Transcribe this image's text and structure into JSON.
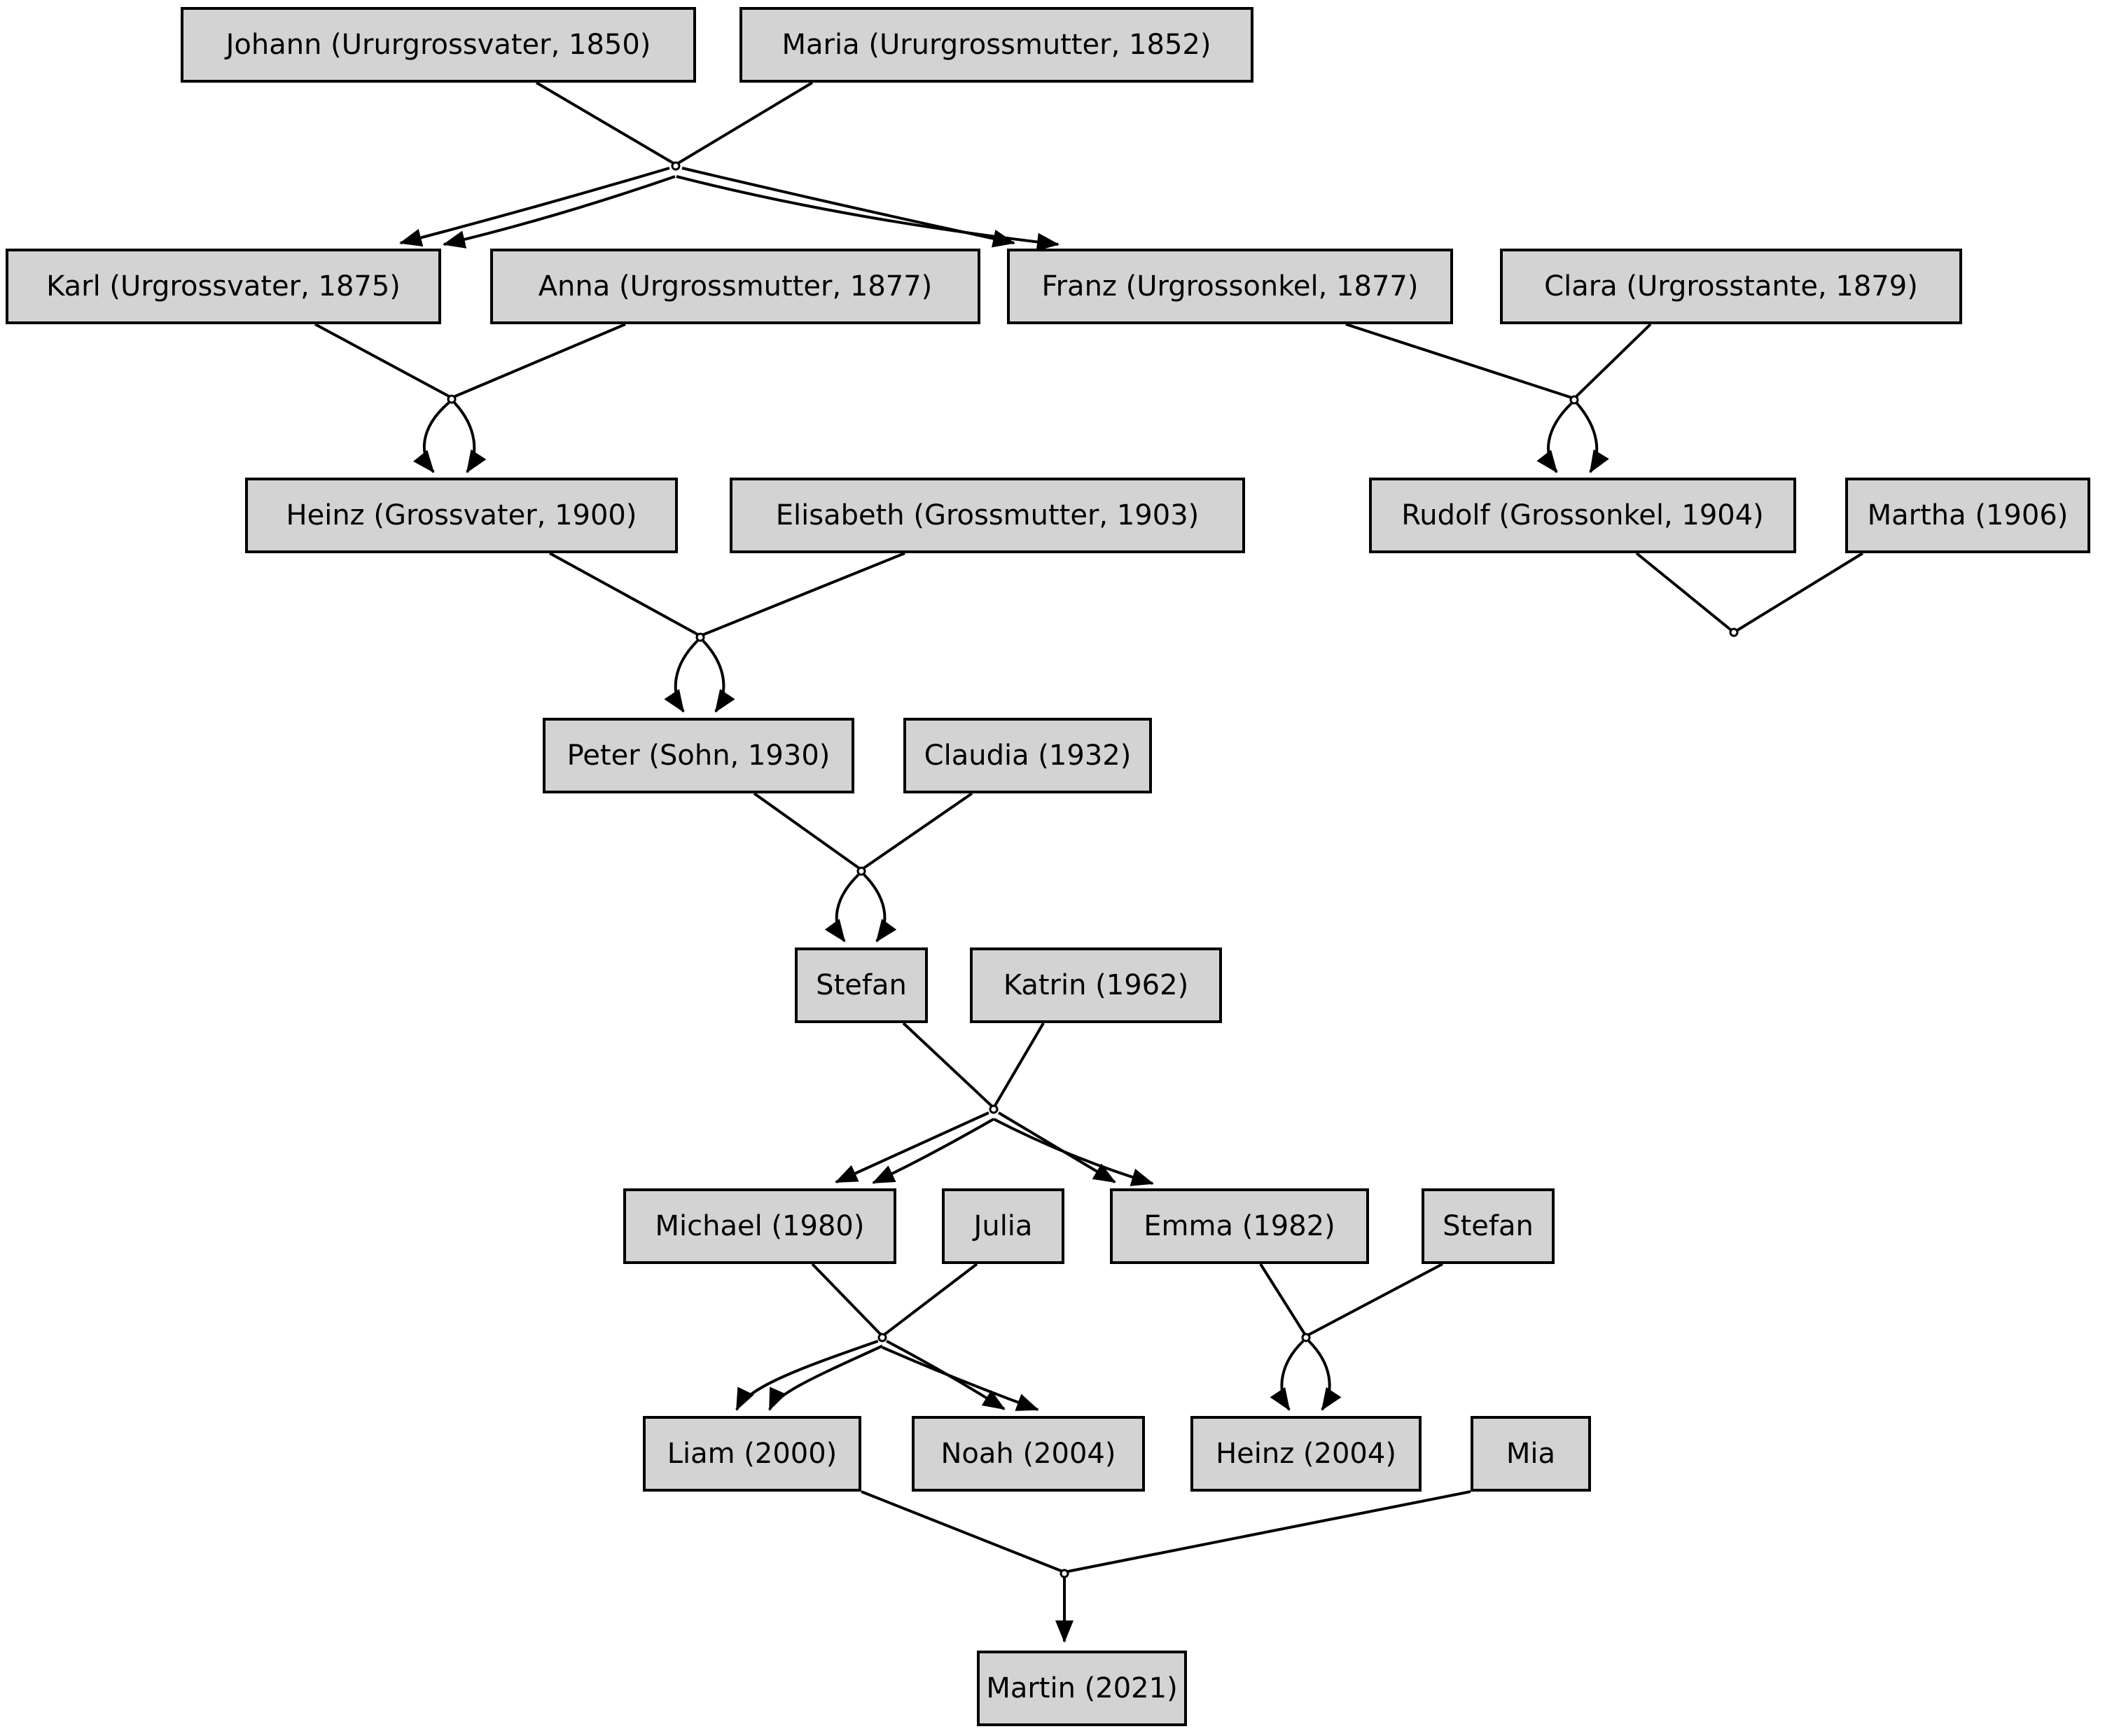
{
  "diagram": {
    "type": "family-tree",
    "background_color": "#ffffff",
    "node_fill_color": "#d3d3d3",
    "node_border_color": "#000000",
    "edge_color": "#000000",
    "text_color": "#000000",
    "nodes": [
      {
        "id": "johann",
        "label": "Johann (Ururgrossvater, 1850)"
      },
      {
        "id": "maria",
        "label": "Maria (Ururgrossmutter, 1852)"
      },
      {
        "id": "karl",
        "label": "Karl (Urgrossvater, 1875)"
      },
      {
        "id": "anna",
        "label": "Anna (Urgrossmutter, 1877)"
      },
      {
        "id": "franz",
        "label": "Franz (Urgrossonkel, 1877)"
      },
      {
        "id": "clara",
        "label": "Clara (Urgrosstante, 1879)"
      },
      {
        "id": "heinz",
        "label": "Heinz (Grossvater, 1900)"
      },
      {
        "id": "elisabeth",
        "label": "Elisabeth (Grossmutter, 1903)"
      },
      {
        "id": "rudolf",
        "label": "Rudolf (Grossonkel, 1904)"
      },
      {
        "id": "martha",
        "label": "Martha (1906)"
      },
      {
        "id": "peter",
        "label": "Peter (Sohn, 1930)"
      },
      {
        "id": "claudia",
        "label": "Claudia (1932)"
      },
      {
        "id": "stefan-sr",
        "label": "Stefan"
      },
      {
        "id": "katrin",
        "label": "Katrin (1962)"
      },
      {
        "id": "michael",
        "label": "Michael (1980)"
      },
      {
        "id": "julia",
        "label": "Julia"
      },
      {
        "id": "emma",
        "label": "Emma (1982)"
      },
      {
        "id": "stefan-jr",
        "label": "Stefan"
      },
      {
        "id": "liam",
        "label": "Liam (2000)"
      },
      {
        "id": "noah",
        "label": "Noah (2004)"
      },
      {
        "id": "heinz-jr",
        "label": "Heinz (2004)"
      },
      {
        "id": "mia",
        "label": "Mia"
      },
      {
        "id": "martin",
        "label": "Martin (2021)"
      }
    ],
    "unions": [
      {
        "parents": [
          "Johann (Ururgrossvater, 1850)",
          "Maria (Ururgrossmutter, 1852)"
        ],
        "children": [
          "Karl (Urgrossvater, 1875)",
          "Franz (Urgrossonkel, 1877)"
        ]
      },
      {
        "parents": [
          "Karl (Urgrossvater, 1875)",
          "Anna (Urgrossmutter, 1877)"
        ],
        "children": [
          "Heinz (Grossvater, 1900)"
        ]
      },
      {
        "parents": [
          "Franz (Urgrossonkel, 1877)",
          "Clara (Urgrosstante, 1879)"
        ],
        "children": [
          "Rudolf (Grossonkel, 1904)"
        ]
      },
      {
        "parents": [
          "Heinz (Grossvater, 1900)",
          "Elisabeth (Grossmutter, 1903)"
        ],
        "children": [
          "Peter (Sohn, 1930)"
        ]
      },
      {
        "parents": [
          "Rudolf (Grossonkel, 1904)",
          "Martha (1906)"
        ],
        "children": []
      },
      {
        "parents": [
          "Peter (Sohn, 1930)",
          "Claudia (1932)"
        ],
        "children": [
          "Stefan"
        ]
      },
      {
        "parents": [
          "Stefan",
          "Katrin (1962)"
        ],
        "children": [
          "Michael (1980)",
          "Emma (1982)"
        ]
      },
      {
        "parents": [
          "Michael (1980)",
          "Julia"
        ],
        "children": [
          "Liam (2000)",
          "Noah (2004)"
        ]
      },
      {
        "parents": [
          "Emma (1982)",
          "Stefan"
        ],
        "children": [
          "Heinz (2004)"
        ]
      },
      {
        "parents": [
          "Liam (2000)",
          "Mia"
        ],
        "children": [
          "Martin (2021)"
        ]
      }
    ]
  }
}
